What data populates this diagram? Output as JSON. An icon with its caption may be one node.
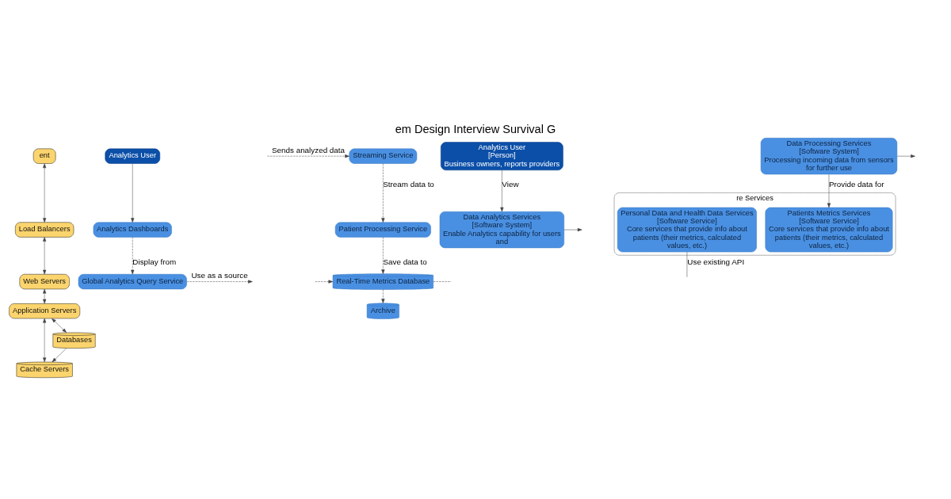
{
  "diagram": {
    "title": "em Design Interview Survival G",
    "nodes": [
      {
        "text": [
          "ent"
        ]
      },
      {
        "text": [
          "Load Balancers"
        ]
      },
      {
        "text": [
          "Web Servers"
        ]
      },
      {
        "text": [
          "Application Servers"
        ]
      },
      {
        "text": [
          "Cache Servers"
        ]
      },
      {
        "text": [
          "Databases"
        ]
      },
      {
        "text": [
          "Global Analytics Query Service"
        ]
      },
      {
        "text": [
          "Analytics Dashboards"
        ]
      },
      {
        "text": [
          "Analytics User"
        ]
      },
      {
        "text": [
          "Streaming Service"
        ]
      },
      {
        "text": [
          "Patient Processing Service"
        ]
      },
      {
        "text": [
          "Real-Time Metrics Database"
        ]
      },
      {
        "text": [
          "Archive"
        ]
      },
      {
        "text": [
          "Data Analytics Services",
          "[Software System]",
          "Enable Analytics capability for users and"
        ]
      },
      {
        "text": [
          "Data Processing Services",
          "[Software System]",
          "Processing incoming data from sensors for further use"
        ]
      },
      {
        "text": [
          "re Services"
        ]
      },
      {
        "text": [
          "Patients Metrics Services",
          "[Software Service]",
          "Core services that provide info about patients (their metrics, calculated values, etc.)"
        ],
        "in": 15
      },
      {
        "text": [
          "Personal Data and Health Data Services",
          "[Software Service]",
          "Core services that provide info about patients (their metrics, calculated values, etc.)"
        ],
        "in": 15
      },
      {
        "text": [
          "Analytics User",
          "[Person]",
          "Business owners, reports providers"
        ]
      }
    ],
    "edges": [
      {
        "from": 0,
        "to": 1,
        "arrow": "both"
      },
      {
        "from": 1,
        "to": 2,
        "arrow": "both"
      },
      {
        "from": 2,
        "to": 3,
        "arrow": "both"
      },
      {
        "from": 3,
        "to": 4,
        "arrow": "both"
      },
      {
        "from": 3,
        "to": 5,
        "arrow": "both"
      },
      {
        "from": 5,
        "to": 4,
        "arrow": "to"
      },
      {
        "from": 6,
        "to": null,
        "label": "Use as a source",
        "arrow": "to",
        "style": "dashed"
      },
      {
        "from": 7,
        "to": 6,
        "label": "Display from",
        "arrow": "to",
        "style": "dashed"
      },
      {
        "from": 8,
        "to": 7,
        "arrow": "to"
      },
      {
        "from": null,
        "to": 9,
        "label": "Sends analyzed data",
        "arrow": "to",
        "style": "dashed"
      },
      {
        "from": 9,
        "to": 10,
        "label": "Stream data to",
        "arrow": "to",
        "style": "dashed"
      },
      {
        "from": 10,
        "to": 11,
        "label": "Save data to",
        "arrow": "to",
        "style": "dashed"
      },
      {
        "from": 11,
        "to": 12,
        "arrow": "to",
        "style": "dashed"
      },
      {
        "from": 11,
        "to": null,
        "arrow": "none",
        "style": "dashed"
      },
      {
        "from": null,
        "to": 11,
        "arrow": "to",
        "style": "dashed"
      },
      {
        "from": 18,
        "to": 13,
        "label": "View",
        "arrow": "to"
      },
      {
        "from": 13,
        "to": null,
        "arrow": "to"
      },
      {
        "from": 14,
        "to": null,
        "arrow": "to"
      },
      {
        "from": 14,
        "to": 16,
        "label": "Provide data for",
        "arrow": "to"
      },
      {
        "from": 17,
        "to": null,
        "label": "Use existing API",
        "arrow": "none"
      }
    ]
  }
}
